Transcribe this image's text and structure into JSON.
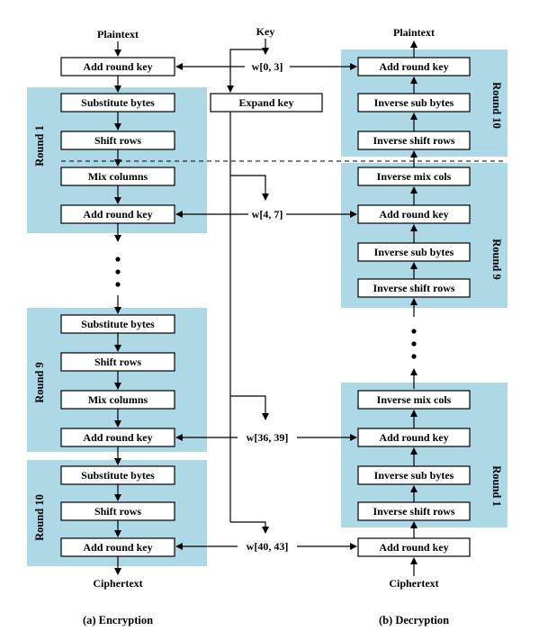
{
  "colors": {
    "panel": "#add8e6",
    "box": "#ffffff",
    "stroke": "#000000"
  },
  "labels": {
    "plaintext": "Plaintext",
    "ciphertext": "Ciphertext",
    "key": "Key",
    "expand_key": "Expand key",
    "caption_enc": "(a) Encryption",
    "caption_dec": "(b) Decryption"
  },
  "rounds": {
    "r1": "Round 1",
    "r9": "Round 9",
    "r10": "Round 10"
  },
  "ops": {
    "add_round_key": "Add round key",
    "substitute_bytes": "Substitute bytes",
    "shift_rows": "Shift rows",
    "mix_columns": "Mix columns",
    "inv_sub_bytes": "Inverse sub bytes",
    "inv_shift_rows": "Inverse shift rows",
    "inv_mix_cols": "Inverse mix cols"
  },
  "keys": {
    "k0": "w[0, 3]",
    "k1": "w[4, 7]",
    "k9": "w[36, 39]",
    "k10": "w[40, 43]"
  }
}
